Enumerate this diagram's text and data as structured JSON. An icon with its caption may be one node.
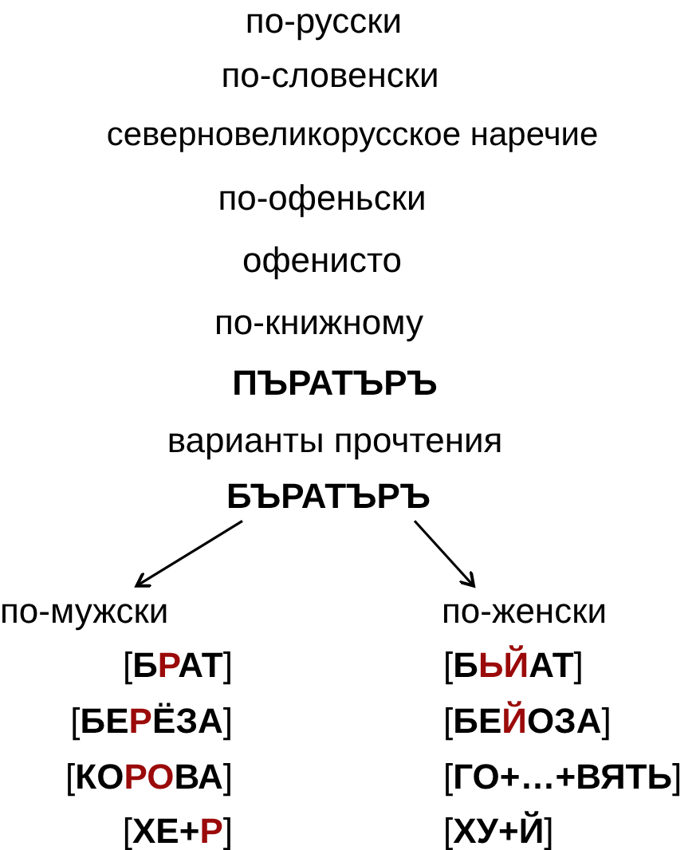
{
  "diagram": {
    "nodes": [
      {
        "text": [
          "БЪРАТЪРЪ"
        ]
      },
      {
        "text": [
          "по-мужски"
        ]
      },
      {
        "text": [
          "по-женски"
        ]
      }
    ],
    "edges": [
      {
        "from": 0,
        "to": 1,
        "arrow": "to"
      },
      {
        "from": 0,
        "to": 2,
        "arrow": "to"
      }
    ],
    "labels": [
      "по-русски",
      "по-словенски",
      "северновеликорусское наречие",
      "по-офеньски",
      "офенисто",
      "по-книжному",
      "ПЪРАТЪРЪ",
      "варианты прочтения",
      "[БРАТ]",
      "[БЬЙАТ]",
      "[БЕРЁЗА]",
      "[БЕЙОЗА]",
      "[КОРОВА]",
      "[ГО+…+ВЯТЬ]",
      "[ХЕ+Р]",
      "[ХУ+Й]"
    ]
  }
}
